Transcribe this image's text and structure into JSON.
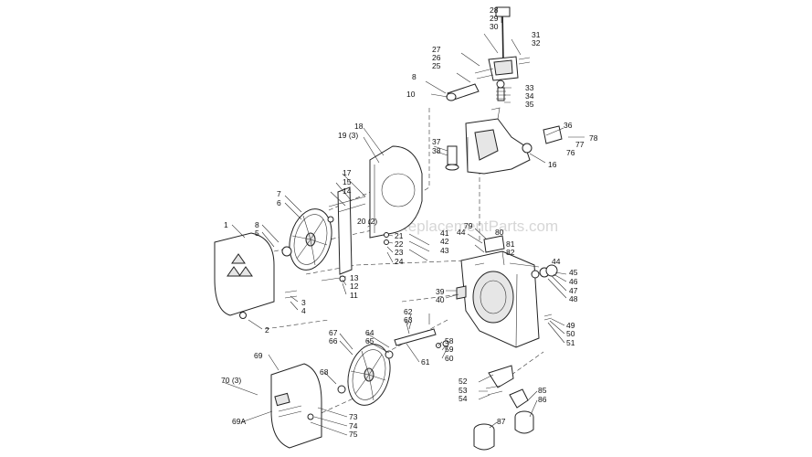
{
  "watermark": "eReplacementParts.com",
  "labels": [
    {
      "id": "28",
      "text": "28"
    },
    {
      "id": "29",
      "text": "29"
    },
    {
      "id": "30",
      "text": "30"
    },
    {
      "id": "31",
      "text": "31"
    },
    {
      "id": "32",
      "text": "32"
    },
    {
      "id": "27",
      "text": "27"
    },
    {
      "id": "26",
      "text": "26"
    },
    {
      "id": "25",
      "text": "25"
    },
    {
      "id": "8a",
      "text": "8"
    },
    {
      "id": "10",
      "text": "10"
    },
    {
      "id": "33",
      "text": "33"
    },
    {
      "id": "34",
      "text": "34"
    },
    {
      "id": "35",
      "text": "35"
    },
    {
      "id": "18",
      "text": "18"
    },
    {
      "id": "19",
      "text": "19 (3)"
    },
    {
      "id": "36",
      "text": "36"
    },
    {
      "id": "77",
      "text": "77"
    },
    {
      "id": "78",
      "text": "78"
    },
    {
      "id": "37",
      "text": "37"
    },
    {
      "id": "38",
      "text": "38"
    },
    {
      "id": "76",
      "text": "76"
    },
    {
      "id": "16",
      "text": "16"
    },
    {
      "id": "17",
      "text": "17"
    },
    {
      "id": "15",
      "text": "15"
    },
    {
      "id": "14",
      "text": "14"
    },
    {
      "id": "7",
      "text": "7"
    },
    {
      "id": "6",
      "text": "6"
    },
    {
      "id": "20",
      "text": "20 (2)"
    },
    {
      "id": "1",
      "text": "1"
    },
    {
      "id": "8b",
      "text": "8"
    },
    {
      "id": "5",
      "text": "5"
    },
    {
      "id": "21",
      "text": "21"
    },
    {
      "id": "22",
      "text": "22"
    },
    {
      "id": "23",
      "text": "23"
    },
    {
      "id": "24",
      "text": "24"
    },
    {
      "id": "79",
      "text": "79"
    },
    {
      "id": "44a",
      "text": "44"
    },
    {
      "id": "80",
      "text": "80"
    },
    {
      "id": "41",
      "text": "41"
    },
    {
      "id": "42",
      "text": "42"
    },
    {
      "id": "43",
      "text": "43"
    },
    {
      "id": "81",
      "text": "81"
    },
    {
      "id": "82",
      "text": "82"
    },
    {
      "id": "44b",
      "text": "44"
    },
    {
      "id": "45",
      "text": "45"
    },
    {
      "id": "46",
      "text": "46"
    },
    {
      "id": "47",
      "text": "47"
    },
    {
      "id": "48",
      "text": "48"
    },
    {
      "id": "13",
      "text": "13"
    },
    {
      "id": "12",
      "text": "12"
    },
    {
      "id": "11",
      "text": "11"
    },
    {
      "id": "39",
      "text": "39"
    },
    {
      "id": "40",
      "text": "40"
    },
    {
      "id": "3",
      "text": "3"
    },
    {
      "id": "4",
      "text": "4"
    },
    {
      "id": "2",
      "text": "2"
    },
    {
      "id": "62",
      "text": "62"
    },
    {
      "id": "63",
      "text": "63"
    },
    {
      "id": "49",
      "text": "49"
    },
    {
      "id": "50",
      "text": "50"
    },
    {
      "id": "51",
      "text": "51"
    },
    {
      "id": "67",
      "text": "67"
    },
    {
      "id": "66",
      "text": "66"
    },
    {
      "id": "64",
      "text": "64"
    },
    {
      "id": "65",
      "text": "65"
    },
    {
      "id": "58",
      "text": "58"
    },
    {
      "id": "59",
      "text": "59"
    },
    {
      "id": "60",
      "text": "60"
    },
    {
      "id": "61",
      "text": "61"
    },
    {
      "id": "69",
      "text": "69"
    },
    {
      "id": "68",
      "text": "68"
    },
    {
      "id": "70",
      "text": "70 (3)"
    },
    {
      "id": "52",
      "text": "52"
    },
    {
      "id": "53",
      "text": "53"
    },
    {
      "id": "54",
      "text": "54"
    },
    {
      "id": "85",
      "text": "85"
    },
    {
      "id": "86",
      "text": "86"
    },
    {
      "id": "69A",
      "text": "69A"
    },
    {
      "id": "73",
      "text": "73"
    },
    {
      "id": "74",
      "text": "74"
    },
    {
      "id": "75",
      "text": "75"
    },
    {
      "id": "87",
      "text": "87"
    }
  ]
}
